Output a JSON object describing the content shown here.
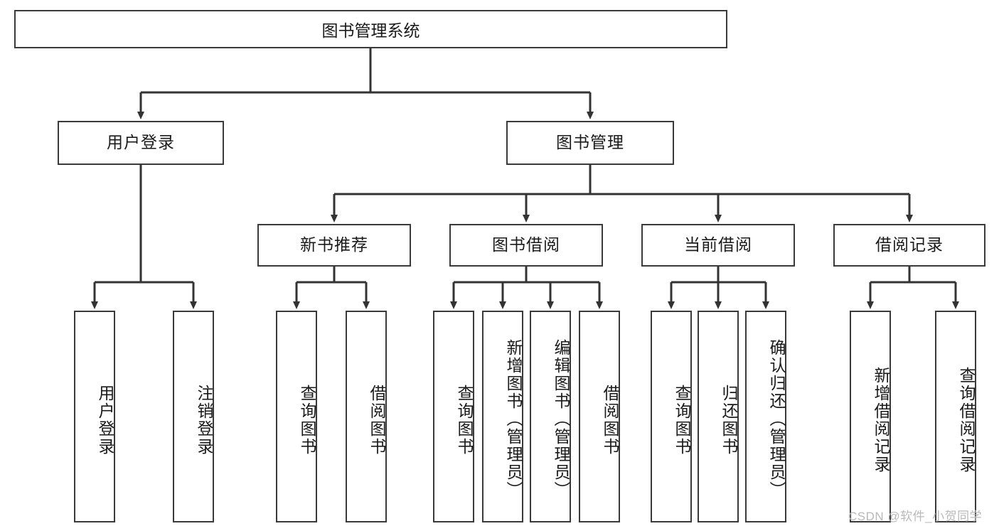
{
  "diagram": {
    "title": "图书管理系统",
    "type": "hierarchy-tree",
    "watermark": "CSDN @软件_小贺同学",
    "colors": {
      "box_border": "#3a3a3a",
      "box_fill": "#ffffff",
      "line": "#333333",
      "text": "#1a1a1a",
      "watermark": "#b9b9b9"
    },
    "levels": {
      "level1": [
        {
          "id": "root",
          "label": "图书管理系统"
        }
      ],
      "level2": [
        {
          "id": "user-login",
          "label": "用户登录"
        },
        {
          "id": "book-mgmt",
          "label": "图书管理"
        }
      ],
      "level3": [
        {
          "id": "new-book-rec",
          "label": "新书推荐"
        },
        {
          "id": "book-borrow",
          "label": "图书借阅"
        },
        {
          "id": "current-borrow",
          "label": "当前借阅"
        },
        {
          "id": "borrow-record",
          "label": "借阅记录"
        }
      ],
      "level4": [
        {
          "id": "leaf-user-login",
          "label": "用户登录",
          "parent": "user-login"
        },
        {
          "id": "leaf-logout",
          "label": "注销登录",
          "parent": "user-login"
        },
        {
          "id": "leaf-query-book-1",
          "label": "查询图书",
          "parent": "new-book-rec"
        },
        {
          "id": "leaf-borrow-book-1",
          "label": "借阅图书",
          "parent": "new-book-rec"
        },
        {
          "id": "leaf-query-book-2",
          "label": "查询图书",
          "parent": "book-borrow"
        },
        {
          "id": "leaf-add-book",
          "label": "新增图书（管理员）",
          "parent": "book-borrow"
        },
        {
          "id": "leaf-edit-book",
          "label": "编辑图书（管理员）",
          "parent": "book-borrow"
        },
        {
          "id": "leaf-borrow-book-2",
          "label": "借阅图书",
          "parent": "book-borrow"
        },
        {
          "id": "leaf-query-book-3",
          "label": "查询图书",
          "parent": "current-borrow"
        },
        {
          "id": "leaf-return-book",
          "label": "归还图书",
          "parent": "current-borrow"
        },
        {
          "id": "leaf-confirm-return",
          "label": "确认归还（管理员）",
          "parent": "current-borrow"
        },
        {
          "id": "leaf-add-record",
          "label": "新增借阅记录",
          "parent": "borrow-record"
        },
        {
          "id": "leaf-query-record",
          "label": "查询借阅记录",
          "parent": "borrow-record"
        }
      ]
    }
  }
}
